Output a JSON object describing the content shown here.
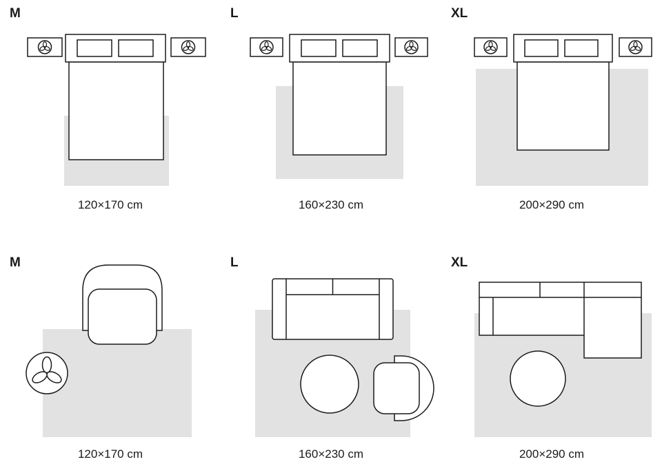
{
  "colors": {
    "rug": "#e2e2e3",
    "stroke": "#1a1a1a",
    "text": "#1a1a1a",
    "background": "#ffffff"
  },
  "rows": [
    {
      "name": "bedroom",
      "panels": [
        {
          "size_label": "M",
          "dimensions": "120×170 cm"
        },
        {
          "size_label": "L",
          "dimensions": "160×230 cm"
        },
        {
          "size_label": "XL",
          "dimensions": "200×290 cm"
        }
      ]
    },
    {
      "name": "living-room",
      "panels": [
        {
          "size_label": "M",
          "dimensions": "120×170 cm"
        },
        {
          "size_label": "L",
          "dimensions": "160×230 cm"
        },
        {
          "size_label": "XL",
          "dimensions": "200×290 cm"
        }
      ]
    }
  ]
}
